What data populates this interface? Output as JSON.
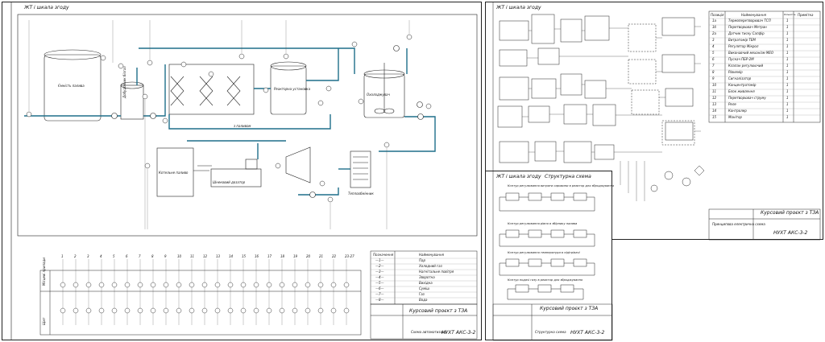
{
  "sheet1": {
    "header": "ЖТ і шкала згоду",
    "equipment": {
      "tank_left": "Ємність палива",
      "separator": "Добудовник біогаз",
      "cooler": "Охолоджувач",
      "reactor": "Реакторна установка",
      "steam_gen": "Котельне паливо",
      "press": "Шнековий дозатор",
      "heat_ex": "Теплообмінник",
      "sub_label": "з паливом"
    },
    "legend_header": [
      "Позначення",
      "Найменування"
    ],
    "legend_rows": [
      [
        "—1—",
        "Пар"
      ],
      [
        "—2—",
        "Холодний газ"
      ],
      [
        "—3—",
        "Нагнітальне повітря"
      ],
      [
        "—4—",
        "Зворотна"
      ],
      [
        "—5—",
        "Вихідна"
      ],
      [
        "—6—",
        "Суміш"
      ],
      [
        "—7—",
        "Газ"
      ],
      [
        "—8—",
        "Вода"
      ]
    ],
    "title_block": {
      "project": "Курсовий проєкт з ТЗА",
      "code": "НУХТ АКС-3-2",
      "sheet_name": "Схема автоматизації"
    },
    "instrument_numbers": [
      "1",
      "2",
      "3",
      "4",
      "5",
      "6",
      "7",
      "8",
      "9",
      "10",
      "11",
      "12",
      "13",
      "14",
      "15",
      "16",
      "17",
      "18",
      "19",
      "20",
      "21",
      "22",
      "23-27"
    ],
    "bottom_row_labels": [
      "Місцеві прилади",
      "Щит"
    ]
  },
  "sheet2": {
    "header": "ЖТ і шкала згоду",
    "table_header": [
      "Позиція",
      "Найменування",
      "Кількість",
      "Примітка"
    ],
    "table_rows": [
      [
        "1a",
        "Термоперетворювач ТСП",
        "1",
        ""
      ],
      [
        "1б",
        "Перетворювач Метран",
        "1",
        ""
      ],
      [
        "2a",
        "Датчик тиску Сапфір",
        "1",
        ""
      ],
      [
        "3",
        "Витратомір ТЕМ",
        "1",
        ""
      ],
      [
        "4",
        "Регулятор Мікрол",
        "1",
        ""
      ],
      [
        "5",
        "Виконавчий механізм МЕО",
        "1",
        ""
      ],
      [
        "6",
        "Пускач ПБР-2М",
        "1",
        ""
      ],
      [
        "7",
        "Клапан регулюючий",
        "1",
        ""
      ],
      [
        "8",
        "Рівнемір",
        "1",
        ""
      ],
      [
        "9",
        "Сигналізатор",
        "1",
        ""
      ],
      [
        "10",
        "Концентратомір",
        "1",
        ""
      ],
      [
        "11",
        "Блок живлення",
        "1",
        ""
      ],
      [
        "12",
        "Перетворювач струму",
        "1",
        ""
      ],
      [
        "13",
        "Реле",
        "1",
        ""
      ],
      [
        "14",
        "Контролер",
        "1",
        ""
      ],
      [
        "15",
        "Монітор",
        "1",
        ""
      ]
    ],
    "title_block": {
      "project": "Курсовий проєкт з ТЗА",
      "code": "НУХТ АКС-3-2",
      "sheet_name": "Принципова електрична схема"
    }
  },
  "sheet3": {
    "header": "ЖТ і шкала згоду",
    "title": "Структурна схема",
    "loops": [
      "Контур регулювання витрати сировини в реактор для зброджування",
      "Контур регулювання рівня в збірнику палива",
      "Контур регулювання температури в підігрівачі",
      "Контур подачі газу в реактор для зброджування"
    ],
    "title_block": {
      "project": "Курсовий проєкт з ТЗА",
      "code": "НУХТ АКС-3-2",
      "sheet_name": "Структурна схема"
    }
  }
}
